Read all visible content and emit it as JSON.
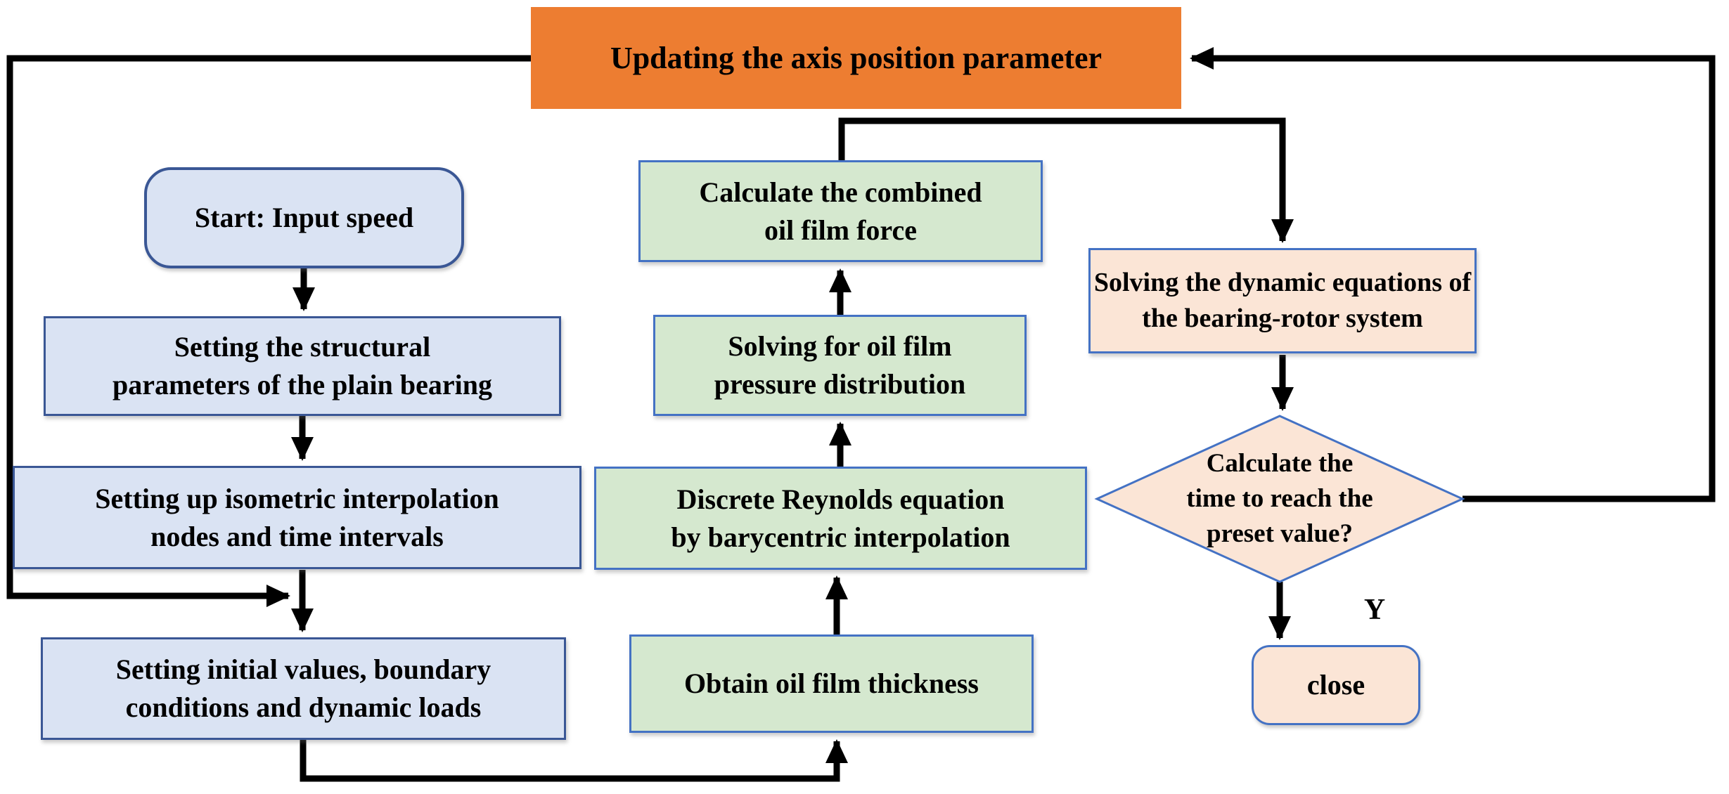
{
  "diagram": {
    "type": "flowchart",
    "title": "Bearing-rotor system solution flowchart",
    "background": "#ffffff",
    "colors": {
      "orange_fill": "#ED7D31",
      "blue_fill": "#DAE3F3",
      "blue_box_border": "#3A5795",
      "green_fill": "#D5E8CF",
      "peach_fill": "#FBE5D6",
      "shape_border_blue": "#4472C4",
      "connector": "#000000",
      "text": "#000000"
    },
    "nodes": {
      "updating": "Updating the axis position parameter",
      "start": "Start: Input speed",
      "structural": "Setting the structural\nparameters of the plain bearing",
      "isometric": "Setting up isometric interpolation\nnodes and time intervals",
      "initial": "Setting initial values, boundary\nconditions and dynamic loads",
      "combined_force": "Calculate the combined\noil film force",
      "pressure": "Solving for oil film\npressure distribution",
      "reynolds": "Discrete Reynolds equation\nby barycentric interpolation",
      "thickness": "Obtain oil film thickness",
      "dynamic": "Solving the dynamic equations of\nthe bearing-rotor system",
      "decision": "Calculate the\ntime to reach the\npreset value?",
      "close": "close",
      "branch_yes": "Y"
    }
  }
}
